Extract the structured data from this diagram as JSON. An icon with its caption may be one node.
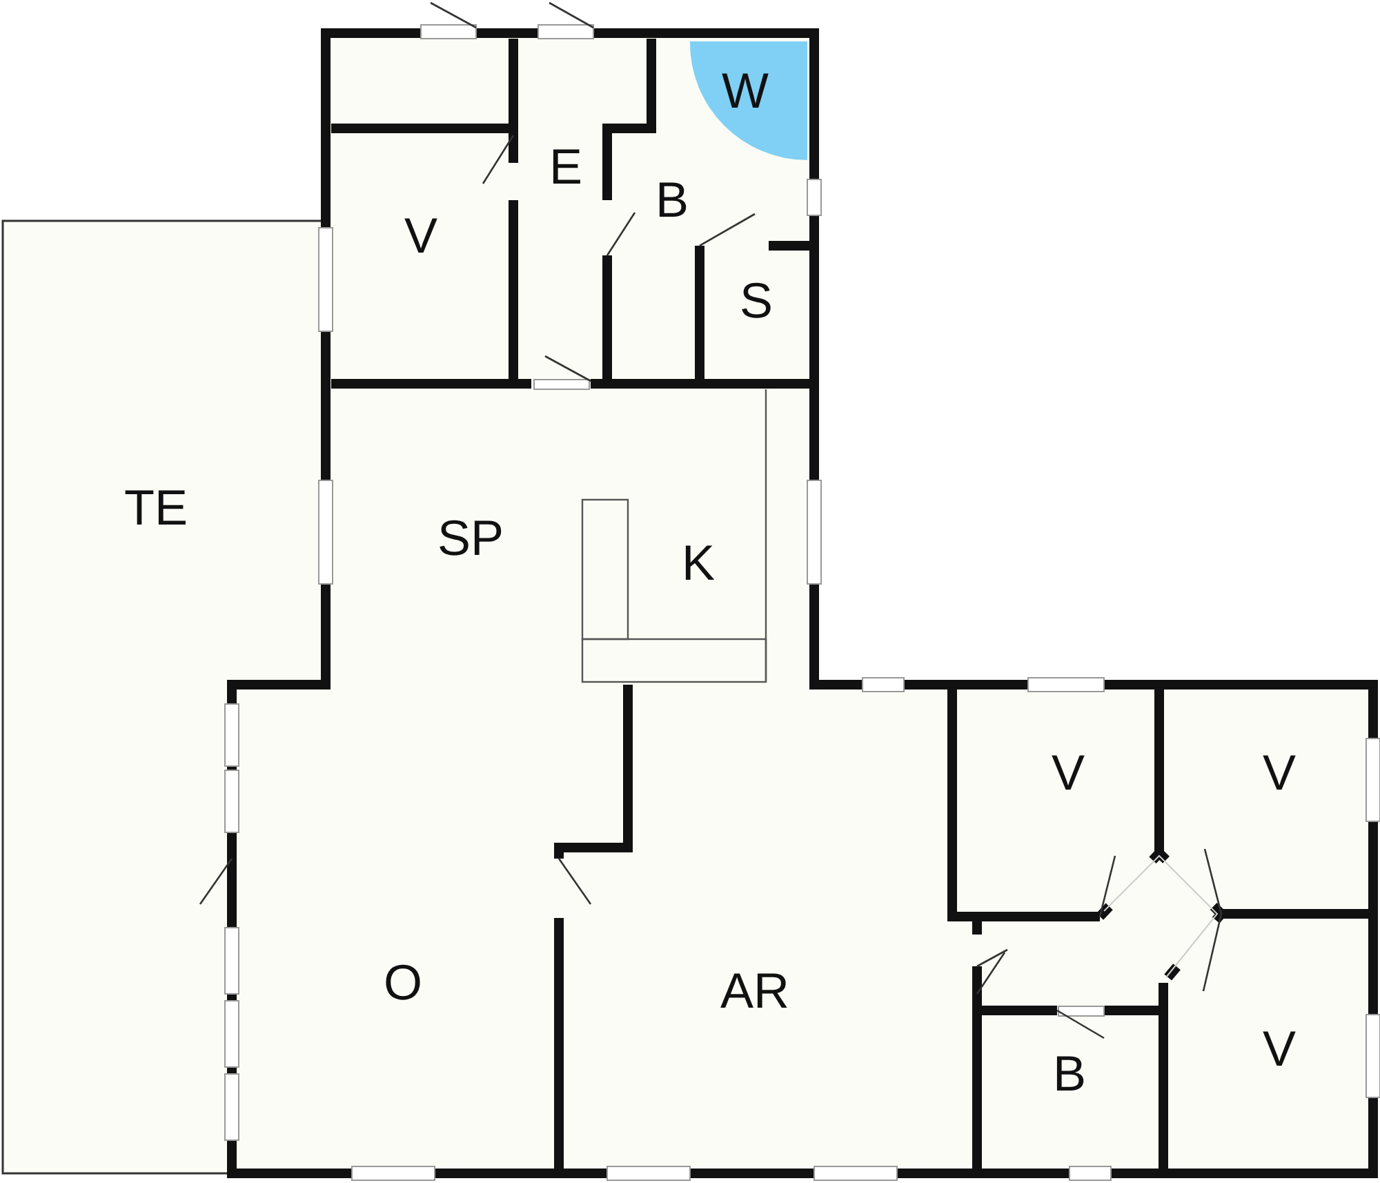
{
  "diagram": {
    "labels": [
      "W",
      "E",
      "B",
      "V",
      "S",
      "TE",
      "SP",
      "K",
      "V",
      "V",
      "O",
      "AR",
      "V",
      "B"
    ]
  }
}
